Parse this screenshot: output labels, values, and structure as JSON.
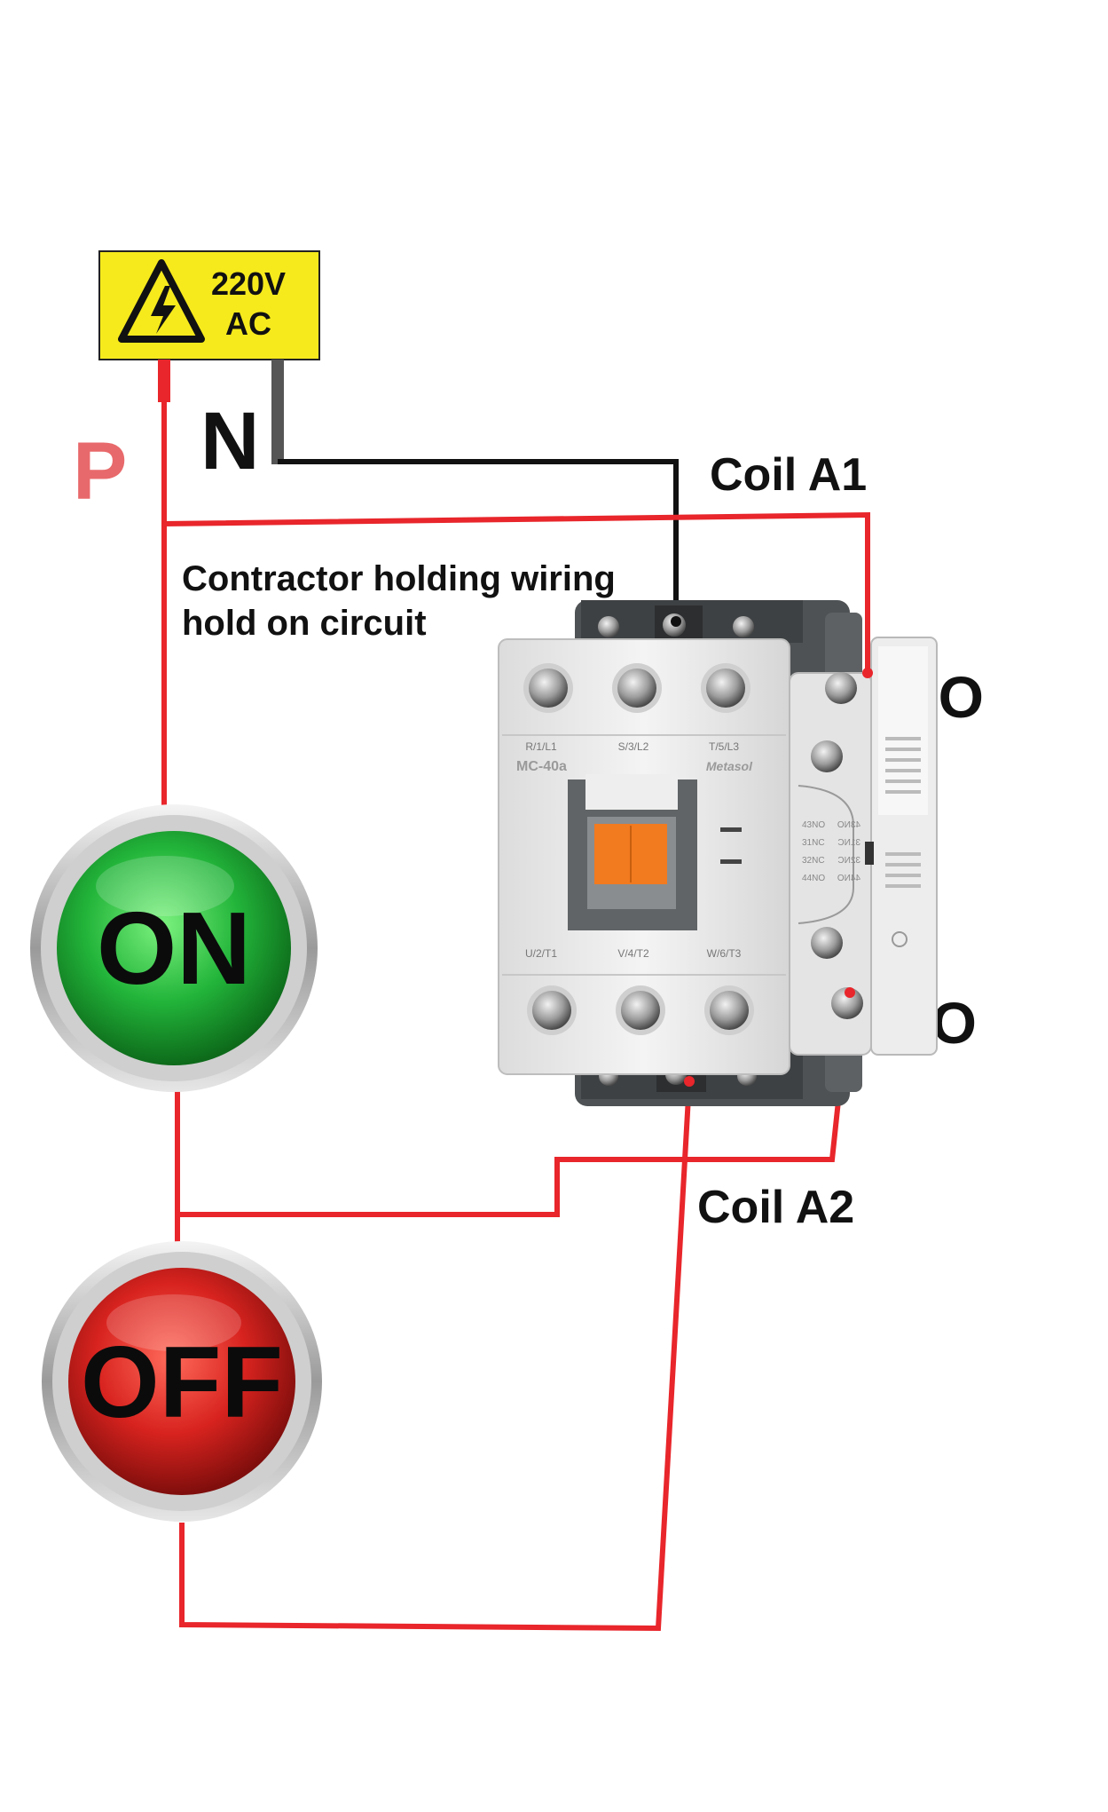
{
  "supply": {
    "voltage": "220V",
    "type": "AC"
  },
  "terminals": {
    "phase": "P",
    "neutral": "N"
  },
  "labels": {
    "coil_a1": "Coil A1",
    "coil_a2": "Coil A2",
    "aux_no_top": "NO",
    "aux_no_bottom": "NO",
    "title_line1": "Contractor holding wiring",
    "title_line2": "hold on circuit"
  },
  "buttons": {
    "on": "ON",
    "off": "OFF"
  },
  "contactor": {
    "model": "MC-40a",
    "brand": "Metasol",
    "line_terminals": [
      "R/1/L1",
      "S/3/L2",
      "T/5/L3"
    ],
    "load_terminals": [
      "U/2/T1",
      "V/4/T2",
      "W/6/T3"
    ],
    "aux_contacts": [
      "43NO",
      "31NC",
      "32NC",
      "44NO"
    ],
    "aux_contacts_mirror": [
      "43NO",
      "31NC",
      "32NC",
      "44NO"
    ]
  },
  "colors": {
    "wire_live": "#e8262b",
    "wire_neutral": "#111111",
    "warning_yellow": "#f6ea1c",
    "phase_label": "#e8696b",
    "on_green": "#22b43a",
    "off_red": "#d8231f",
    "contactor_body": "#eaeaea",
    "armature_orange": "#f27a1f"
  }
}
